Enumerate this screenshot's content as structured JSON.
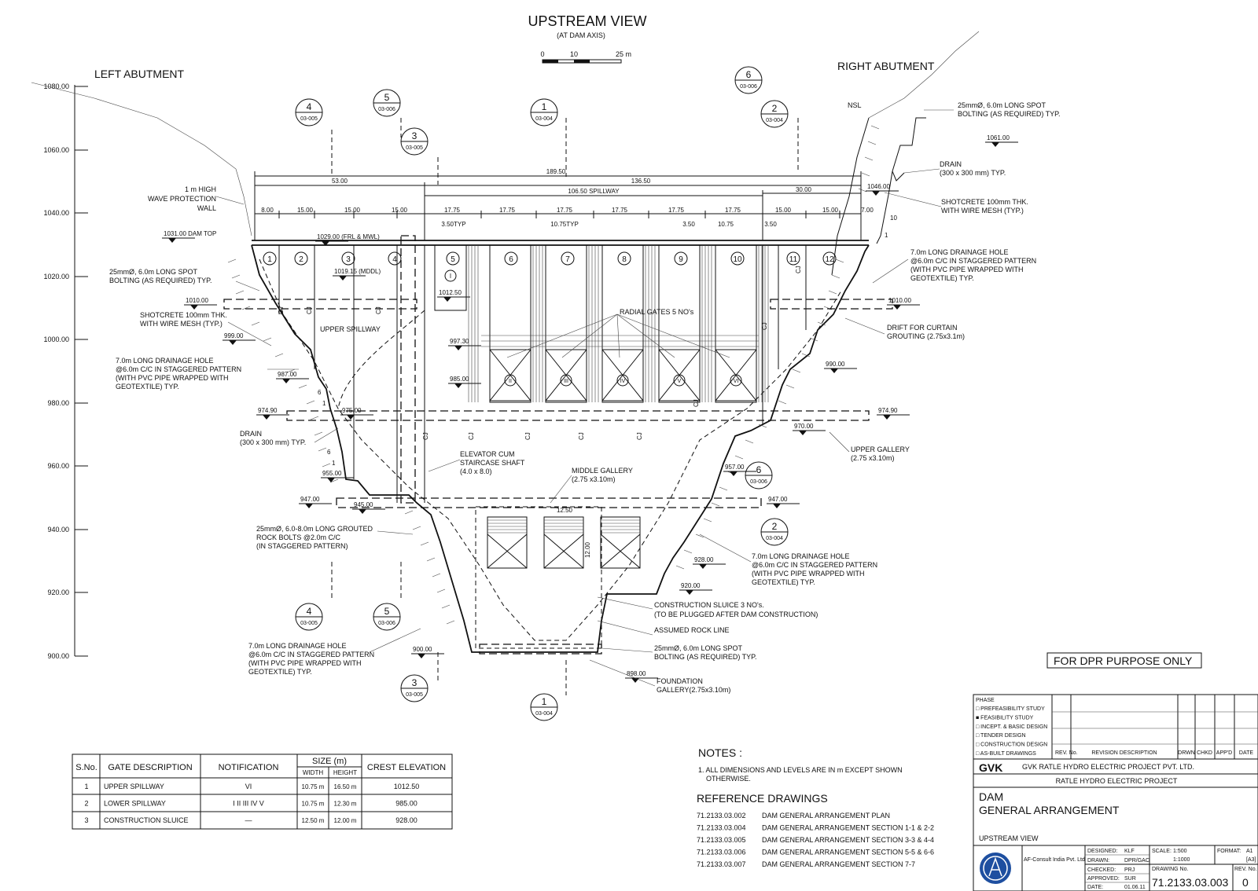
{
  "header": {
    "title": "UPSTREAM VIEW",
    "subtitle": "(AT DAM AXIS)",
    "scale_bar": {
      "ticks": [
        "0",
        "10",
        "25 m"
      ]
    }
  },
  "labels": {
    "left_abutment": "LEFT ABUTMENT",
    "right_abutment": "RIGHT ABUTMENT",
    "nsl": "NSL",
    "upper_spillway": "UPPER SPILLWAY",
    "radial_gates": "RADIAL GATES 5 NO's",
    "cj": "CJ",
    "for_dpr": "FOR DPR PURPOSE ONLY"
  },
  "elevation_axis": [
    "1080.00",
    "1060.00",
    "1040.00",
    "1020.00",
    "1000.00",
    "980.00",
    "960.00",
    "940.00",
    "920.00",
    "900.00"
  ],
  "levels": {
    "dam_top": "1031.00 DAM TOP",
    "frl": "1029.00 (FRL & MWL)",
    "mddl": "1019.15 (MDDL)",
    "l1012": "1012.50",
    "l1010a": "1010.00",
    "l1010b": "1010.00",
    "l999": "999.00",
    "l997": "997.30",
    "l990": "990.00",
    "l987": "987.00",
    "l985": "985.00",
    "l975": "975.00",
    "l974a": "974.90",
    "l974b": "974.90",
    "l970": "970.00",
    "l957": "957.00",
    "l955": "955.00",
    "l947a": "947.00",
    "l947b": "947.00",
    "l945": "945.00",
    "l928": "928.00",
    "l920": "920.00",
    "l900": "900.00",
    "l898": "898.00",
    "l1046": "1046.00",
    "l1061": "1061.00"
  },
  "dimensions": {
    "d53": "53.00",
    "d189": "189.50",
    "d136": "136.50",
    "d106": "106.50  SPILLWAY",
    "d30": "30.00",
    "d8": "8.00",
    "d15": "15.00",
    "d1775": "17.75",
    "d7": "7.00",
    "d350typ": "3.50TYP",
    "d1075typ": "10.75TYP",
    "d350": "3.50",
    "d1075": "10.75",
    "d1250": "12.50",
    "d1200": "12.00",
    "slope6": "6",
    "slope1": "1",
    "slope10": "10"
  },
  "blocks": [
    "1",
    "2",
    "3",
    "4",
    "5",
    "6",
    "7",
    "8",
    "9",
    "10",
    "11",
    "12"
  ],
  "gates_roman": [
    "I",
    "II",
    "III",
    "IV",
    "V",
    "VI"
  ],
  "section_markers": [
    {
      "n": "4",
      "ref": "03-005"
    },
    {
      "n": "5",
      "ref": "03-006"
    },
    {
      "n": "3",
      "ref": "03-005"
    },
    {
      "n": "1",
      "ref": "03-004"
    },
    {
      "n": "6",
      "ref": "03-006"
    },
    {
      "n": "2",
      "ref": "03-004"
    },
    {
      "n": "6",
      "ref": "03-006"
    },
    {
      "n": "2",
      "ref": "03-004"
    },
    {
      "n": "4",
      "ref": "03-005"
    },
    {
      "n": "5",
      "ref": "03-006"
    },
    {
      "n": "3",
      "ref": "03-005"
    },
    {
      "n": "1",
      "ref": "03-004"
    }
  ],
  "annotations": {
    "wave_wall": [
      "1 m HIGH",
      "WAVE PROTECTION",
      "WALL"
    ],
    "bolting_l": [
      "25mmØ, 6.0m LONG SPOT",
      "BOLTING (AS REQUIRED) TYP."
    ],
    "shotcrete_l": [
      "SHOTCRETE 100mm THK.",
      "WITH WIRE MESH (TYP.)"
    ],
    "drainage_l": [
      "7.0m LONG DRAINAGE HOLE",
      "@6.0m C/C IN STAGGERED PATTERN",
      "(WITH PVC PIPE WRAPPED WITH",
      "GEOTEXTILE) TYP."
    ],
    "drain_l": [
      "DRAIN",
      "(300 x 300 mm) TYP."
    ],
    "elevator": [
      "ELEVATOR CUM",
      "STAIRCASE SHAFT",
      "(4.0 x 8.0)"
    ],
    "middle_gallery": [
      "MIDDLE GALLERY",
      "(2.75 x3.10m)"
    ],
    "rock_bolts": [
      "25mmØ, 6.0-8.0m LONG GROUTED",
      "ROCK BOLTS @2.0m C/C",
      "(IN STAGGERED PATTERN)"
    ],
    "drainage_bl": [
      "7.0m LONG DRAINAGE HOLE",
      "@6.0m C/C IN STAGGERED PATTERN",
      "(WITH PVC PIPE WRAPPED WITH",
      "GEOTEXTILE) TYP."
    ],
    "bolting_r": [
      "25mmØ, 6.0m LONG SPOT",
      "BOLTING (AS REQUIRED) TYP."
    ],
    "drain_r": [
      "DRAIN",
      "(300 x 300 mm) TYP."
    ],
    "shotcrete_r": [
      "SHOTCRETE 100mm THK.",
      "WITH WIRE MESH (TYP.)"
    ],
    "drainage_r": [
      "7.0m LONG DRAINAGE HOLE",
      "@6.0m C/C IN STAGGERED PATTERN",
      "(WITH PVC PIPE WRAPPED WITH",
      "GEOTEXTILE) TYP."
    ],
    "drift": [
      "DRIFT FOR CURTAIN",
      "GROUTING (2.75x3.1m)"
    ],
    "upper_gallery": [
      "UPPER GALLERY",
      "(2.75 x3.10m)"
    ],
    "drainage_br": [
      "7.0m LONG DRAINAGE HOLE",
      "@6.0m C/C IN STAGGERED PATTERN",
      "(WITH PVC PIPE WRAPPED WITH",
      "GEOTEXTILE) TYP."
    ],
    "sluice": [
      "CONSTRUCTION SLUICE 3 NO's.",
      "(TO BE PLUGGED AFTER DAM CONSTRUCTION)"
    ],
    "rock_line": [
      "ASSUMED ROCK LINE"
    ],
    "bolting_b": [
      "25mmØ, 6.0m LONG SPOT",
      "BOLTING (AS REQUIRED) TYP."
    ],
    "foundation": [
      "FOUNDATION",
      "GALLERY(2.75x3.10m)"
    ]
  },
  "gate_table": {
    "headers": [
      "S.No.",
      "GATE DESCRIPTION",
      "NOTIFICATION",
      "SIZE (m)",
      "CREST ELEVATION"
    ],
    "subheaders": [
      "WIDTH",
      "HEIGHT"
    ],
    "rows": [
      {
        "sno": "1",
        "desc": "UPPER SPILLWAY",
        "note": "VI",
        "width": "10.75 m",
        "height": "16.50 m",
        "crest": "1012.50"
      },
      {
        "sno": "2",
        "desc": "LOWER SPILLWAY",
        "note": "I II III IV V",
        "width": "10.75 m",
        "height": "12.30 m",
        "crest": "985.00"
      },
      {
        "sno": "3",
        "desc": "CONSTRUCTION SLUICE",
        "note": "—",
        "width": "12.50 m",
        "height": "12.00 m",
        "crest": "928.00"
      }
    ]
  },
  "notes": {
    "title": "NOTES :",
    "items": [
      "1. ALL DIMENSIONS AND LEVELS ARE IN m EXCEPT SHOWN",
      "OTHERWISE."
    ]
  },
  "references": {
    "title": "REFERENCE DRAWINGS",
    "items": [
      {
        "no": "71.2133.03.002",
        "desc": "DAM GENERAL ARRANGEMENT PLAN"
      },
      {
        "no": "71.2133.03.004",
        "desc": "DAM GENERAL ARRANGEMENT SECTION 1-1 & 2-2"
      },
      {
        "no": "71.2133.03.005",
        "desc": "DAM GENERAL ARRANGEMENT SECTION 3-3 & 4-4"
      },
      {
        "no": "71.2133.03.006",
        "desc": "DAM GENERAL ARRANGEMENT SECTION 5-5 & 6-6"
      },
      {
        "no": "71.2133.03.007",
        "desc": "DAM GENERAL ARRANGEMENT SECTION 7-7"
      }
    ]
  },
  "title_block": {
    "phase_title": "PHASE",
    "phases": [
      "□ PREFEASIBILITY STUDY",
      "■ FEASIBILITY STUDY",
      "□ INCEPT. & BASIC DESIGN",
      "□ TENDER DESIGN",
      "□ CONSTRUCTION DESIGN",
      "□ AS-BUILT DRAWINGS"
    ],
    "rev_cols": [
      "REV. No.",
      "REVISION DESCRIPTION",
      "DRWN",
      "CHKD",
      "APP'D",
      "DATE"
    ],
    "gvk": "GVK",
    "company": "GVK RATLE HYDRO ELECTRIC PROJECT PVT. LTD.",
    "project": "RATLE HYDRO ELECTRIC PROJECT",
    "dam": "DAM",
    "ga": "GENERAL ARRANGEMENT",
    "view": "UPSTREAM VIEW",
    "consultant": "AF-Consult India Pvt. Ltd",
    "designed_l": "DESIGNED:",
    "designed": "KLF",
    "drawn_l": "DRAWN:",
    "drawn": "DPR/GAC",
    "checked_l": "CHECKED:",
    "checked": "PRJ",
    "approved_l": "APPROVED:",
    "approved": "SUR",
    "date_l": "DATE:",
    "date": "01.06.11",
    "scale_l": "SCALE:",
    "scale1": "1:500",
    "scale2": "1:1000",
    "format_l": "FORMAT:",
    "format": "A1",
    "format2": "[A3]",
    "drawing_no_l": "DRAWING No.",
    "drawing_no": "71.2133.03.003",
    "rev_no_l": "REV. No.",
    "rev_no": "0"
  }
}
